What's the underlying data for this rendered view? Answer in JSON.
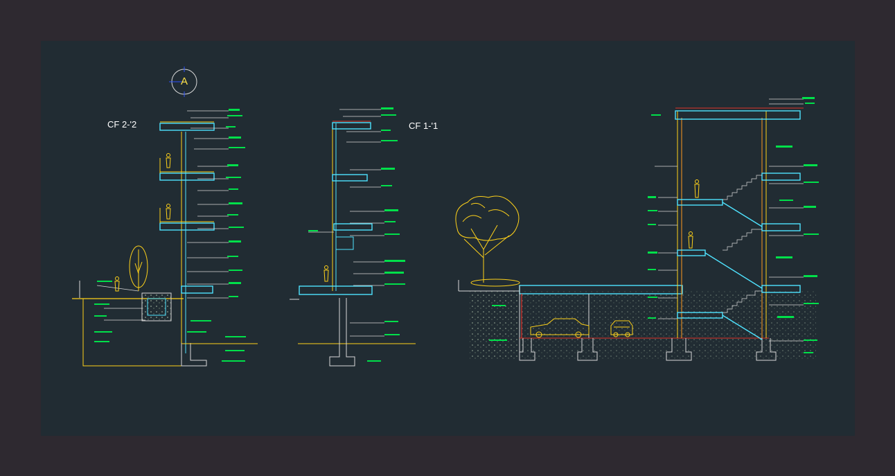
{
  "labels": {
    "section_left": "CF 2-'2",
    "section_middle": "CF 1-'1",
    "axis_marker": "A"
  },
  "colors": {
    "frame": "#2e2930",
    "canvas": "#212c33",
    "structure": "#ffd21a",
    "slab": "#4fe3ff",
    "annotation": "#00e04a",
    "leader": "#d9d9d9",
    "wall_red": "#e0342a",
    "orange": "#ff9a1f",
    "ground": "#b5c9b0",
    "text": "#ffffff"
  },
  "icons": [
    "axis-marker-icon",
    "person-icon",
    "tree-icon",
    "car-icon"
  ]
}
